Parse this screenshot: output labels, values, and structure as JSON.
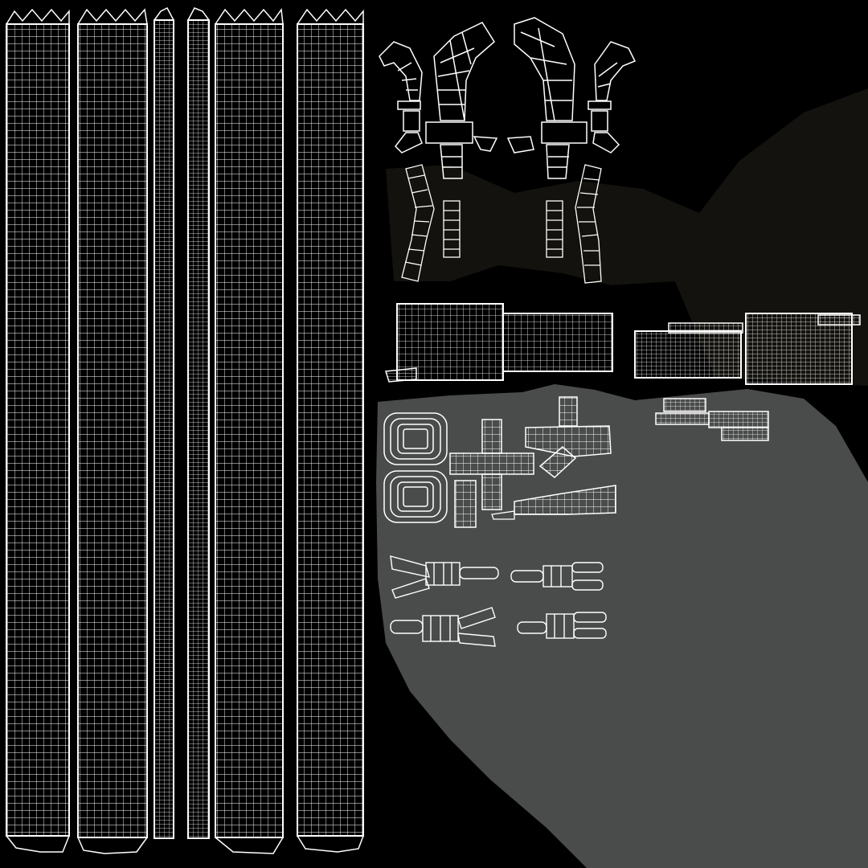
{
  "view": {
    "kind": "uv-wireframe-layout",
    "colors": {
      "background": "#000000",
      "wire": "#ffffff",
      "fill_region": "#4a4c4b",
      "smudge": "#2a2824"
    }
  },
  "uv_islands": [
    {
      "name": "tall-strip-1",
      "kind": "strip"
    },
    {
      "name": "tall-strip-2",
      "kind": "strip"
    },
    {
      "name": "narrow-strip-1",
      "kind": "strip"
    },
    {
      "name": "narrow-strip-2",
      "kind": "strip"
    },
    {
      "name": "tall-strip-3",
      "kind": "strip"
    },
    {
      "name": "tall-strip-4",
      "kind": "strip"
    },
    {
      "name": "curved-part-left-outer",
      "kind": "curve"
    },
    {
      "name": "curved-part-left-inner",
      "kind": "curve"
    },
    {
      "name": "curved-part-right-inner",
      "kind": "curve"
    },
    {
      "name": "curved-part-right-outer",
      "kind": "curve"
    },
    {
      "name": "bent-tube-1",
      "kind": "tube"
    },
    {
      "name": "bent-tube-2",
      "kind": "tube"
    },
    {
      "name": "bent-tube-3",
      "kind": "tube"
    },
    {
      "name": "bent-tube-4",
      "kind": "tube"
    },
    {
      "name": "rect-block-left",
      "kind": "block"
    },
    {
      "name": "rect-block-right",
      "kind": "block"
    },
    {
      "name": "small-boxes-cluster",
      "kind": "block"
    },
    {
      "name": "rounded-square-1",
      "kind": "square"
    },
    {
      "name": "rounded-square-2",
      "kind": "square"
    },
    {
      "name": "cross-unwrap",
      "kind": "cross"
    },
    {
      "name": "bent-arm-part",
      "kind": "arm"
    },
    {
      "name": "fork-part-1",
      "kind": "fork"
    },
    {
      "name": "fork-part-2",
      "kind": "fork"
    },
    {
      "name": "fork-part-3",
      "kind": "fork"
    },
    {
      "name": "fork-part-4",
      "kind": "fork"
    }
  ]
}
